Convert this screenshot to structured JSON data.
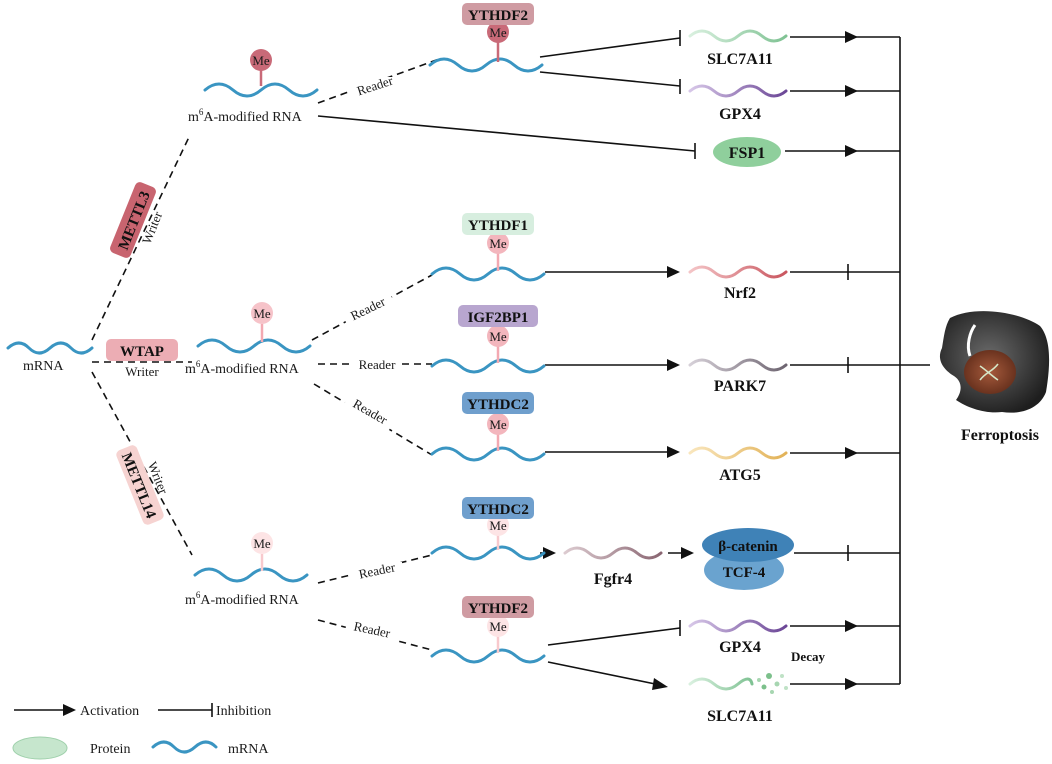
{
  "labels": {
    "mrna": "mRNA",
    "m6a_prefix": "m",
    "m6a_sup": "6",
    "m6a_suffix": "A-modified RNA",
    "me": "Me",
    "reader": "Reader",
    "writer": "Writer",
    "ferroptosis": "Ferroptosis",
    "decay": "Decay"
  },
  "writers": {
    "w1": "METTL3",
    "w2": "WTAP",
    "w3": "METTL14"
  },
  "readers": {
    "r1": "YTHDF2",
    "r2": "YTHDF1",
    "r3": "IGF2BP1",
    "r4": "YTHDC2",
    "r5": "YTHDC2",
    "r6": "YTHDF2"
  },
  "targets": {
    "t1": "SLC7A11",
    "t2": "GPX4",
    "t3": "FSP1",
    "t4": "Nrf2",
    "t5": "PARK7",
    "t6": "ATG5",
    "t7": "Fgfr4",
    "t8a": "β-catenin",
    "t8b": "TCF-4",
    "t9": "GPX4",
    "t10": "SLC7A11"
  },
  "legend": {
    "activation": "Activation",
    "inhibition": "Inhibition",
    "protein": "Protein",
    "mrna": "mRNA"
  },
  "colors": {
    "rna_blue": "#3a95c2",
    "me_dark": "#c96a78",
    "me_light": "#f3c2c7",
    "ythdf2": "#cf9ba2",
    "ythdf1": "#d7eedf",
    "igf2bp1": "#b8a6cf",
    "ythdc2": "#6f9fcd",
    "mettl3": "#c8646f",
    "wtap": "#ecadb4",
    "mettl14": "#f6d3d1",
    "protein_green": "#8fcf9c",
    "slc_green": "#a5d8b4",
    "gpx_purple": "#8b66ad",
    "nrf2_red": "#d9767c",
    "park7_grey": "#8a7f8c",
    "atg5_yellow": "#eecf8c",
    "fgfr4_mauve": "#a3848e",
    "catenin_blue": "#3f82b7",
    "tcf_blue": "#6aa3cf"
  }
}
